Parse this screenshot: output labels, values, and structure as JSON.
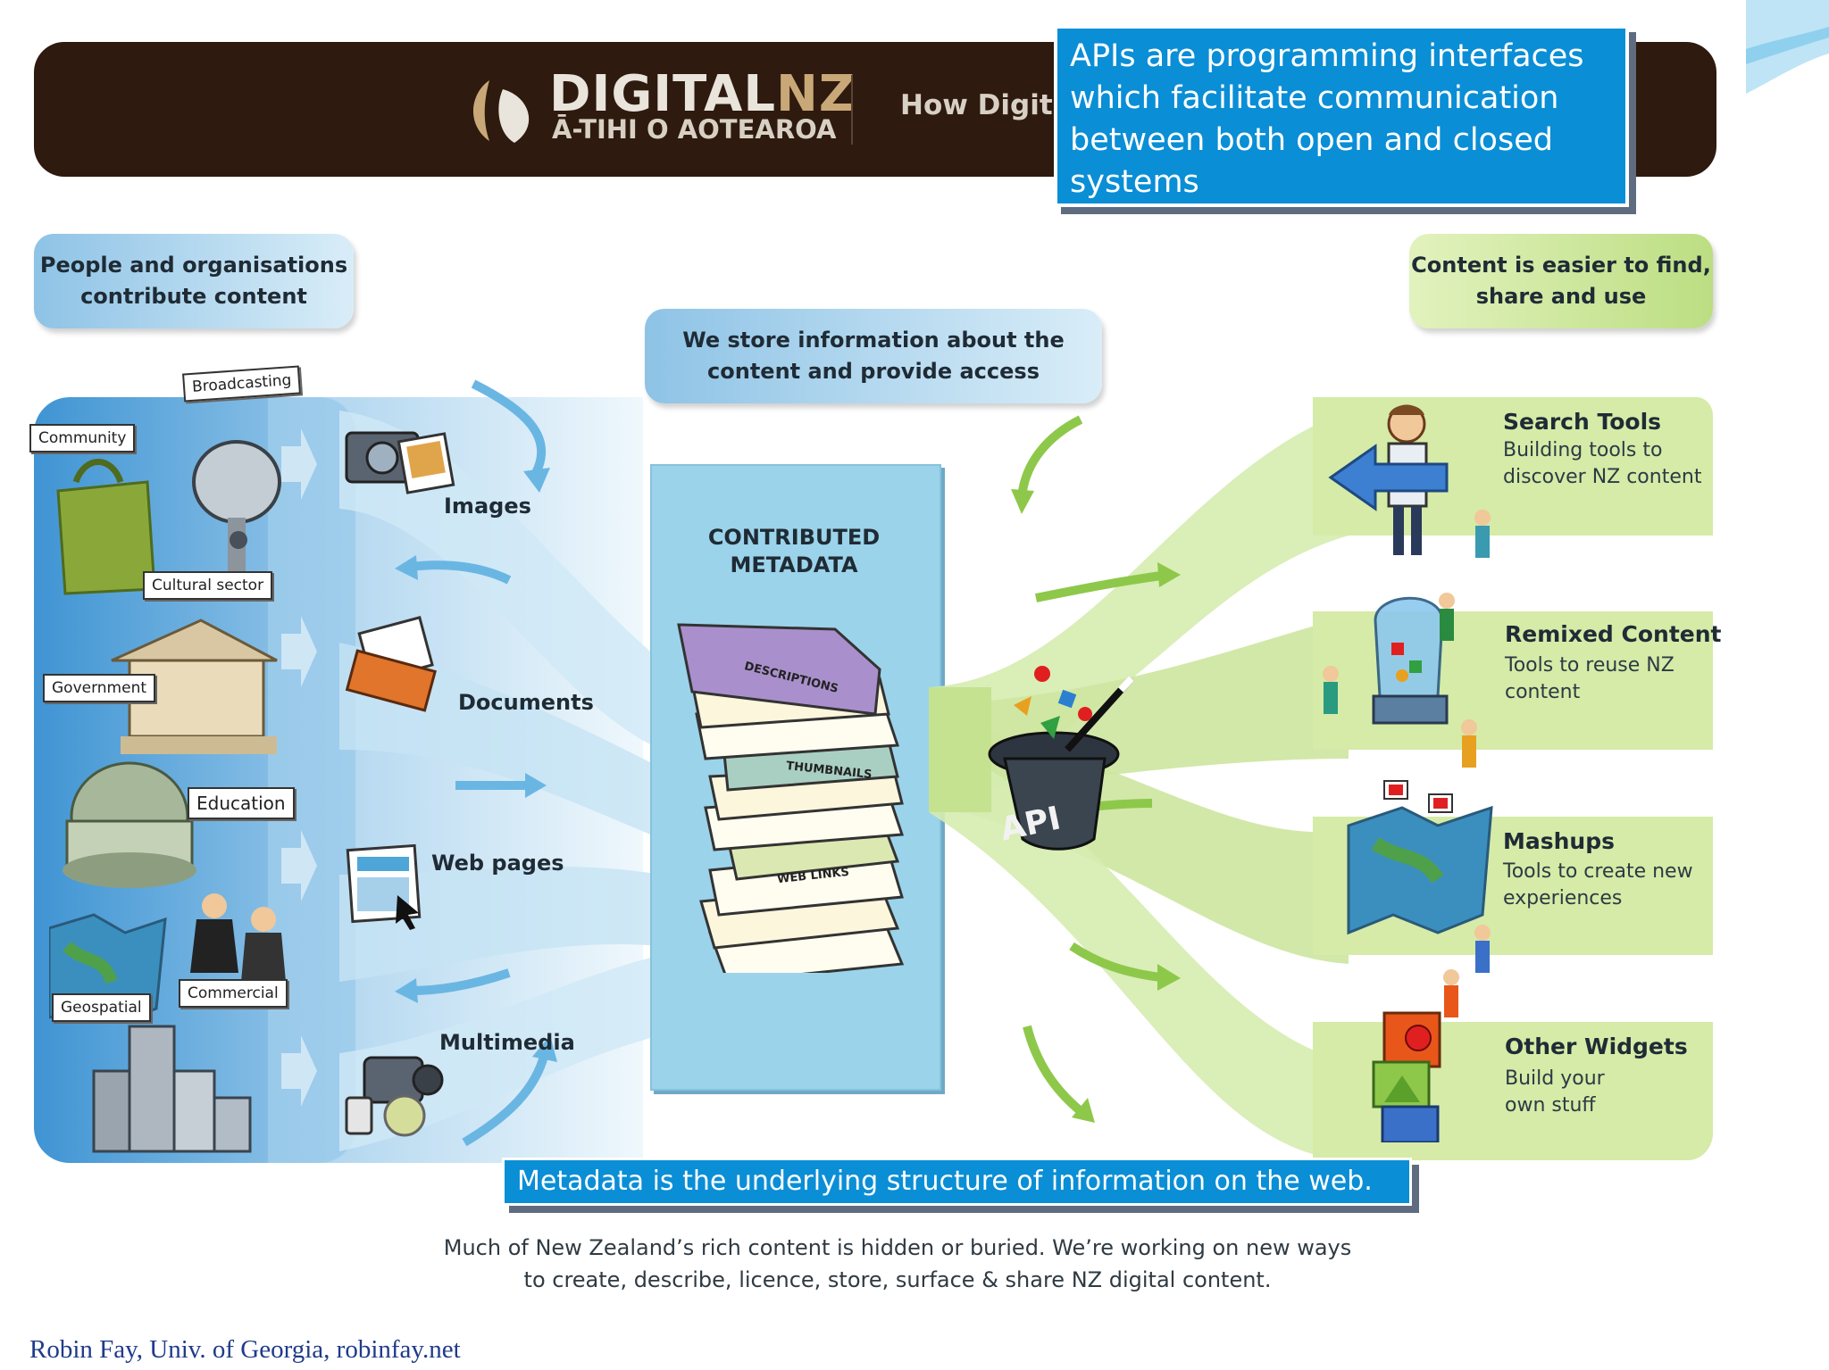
{
  "header": {
    "logo_main": "DIGITAL",
    "logo_accent": "NZ",
    "logo_sub": "Ā-TIHI O AOTEAROA",
    "partial_title": "How Digit"
  },
  "callouts": {
    "api": "APIs  are programming interfaces which facilitate communication between both open and closed systems",
    "metadata": "Metadata is the underlying structure of information on the web."
  },
  "bubbles": {
    "left": "People and organisations contribute content",
    "center": "We store information about the content and provide access",
    "right": "Content is easier to find, share and use"
  },
  "contributors": [
    "Broadcasting",
    "Community",
    "Cultural sector",
    "Government",
    "Education",
    "Geospatial",
    "Commercial"
  ],
  "content_types": [
    "Images",
    "Documents",
    "Web pages",
    "Multimedia"
  ],
  "center": {
    "title_line1": "CONTRIBUTED",
    "title_line2": "METADATA",
    "sheet_labels": [
      "DESCRIPTIONS",
      "THUMBNAILS",
      "WEB LINKS"
    ],
    "api_label": "API"
  },
  "outputs": [
    {
      "title": "Search Tools",
      "desc": "Building tools to discover NZ content"
    },
    {
      "title": "Remixed Content",
      "desc": "Tools to reuse NZ content"
    },
    {
      "title": "Mashups",
      "desc": "Tools to create new experiences"
    },
    {
      "title": "Other Widgets",
      "desc": "Build your own stuff"
    }
  ],
  "caption": {
    "line1": "Much of New Zealand’s rich content is hidden or buried. We’re working on new ways",
    "line2": "to create, describe, licence, store, surface & share NZ digital content."
  },
  "credit": "Robin Fay, Univ. of Georgia, robinfay.net",
  "colors": {
    "banner": "#2e1a0e",
    "callout_blue": "#0a8ed6",
    "left_panel_blue": "#3f94d3",
    "right_panel_green": "#bcde82",
    "logo_accent": "#c9a878"
  }
}
